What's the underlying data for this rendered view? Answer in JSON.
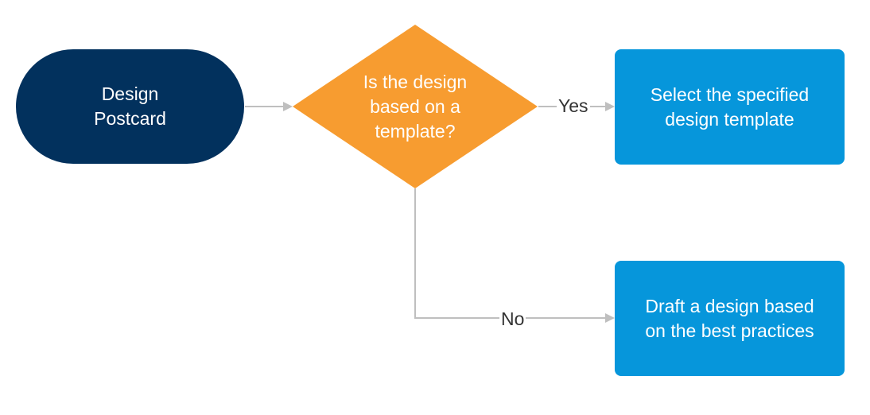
{
  "colors": {
    "start": "#02315d",
    "decision": "#f79c30",
    "process": "#0696db",
    "connector": "#bfbfbf"
  },
  "nodes": {
    "start": {
      "label": "Design\nPostcard"
    },
    "decision": {
      "label": "Is the design\nbased on a\ntemplate?"
    },
    "yes_step": {
      "label": "Select the specified\ndesign template"
    },
    "no_step": {
      "label": "Draft a design based\non the best practices"
    }
  },
  "edges": {
    "yes_label": "Yes",
    "no_label": "No"
  }
}
